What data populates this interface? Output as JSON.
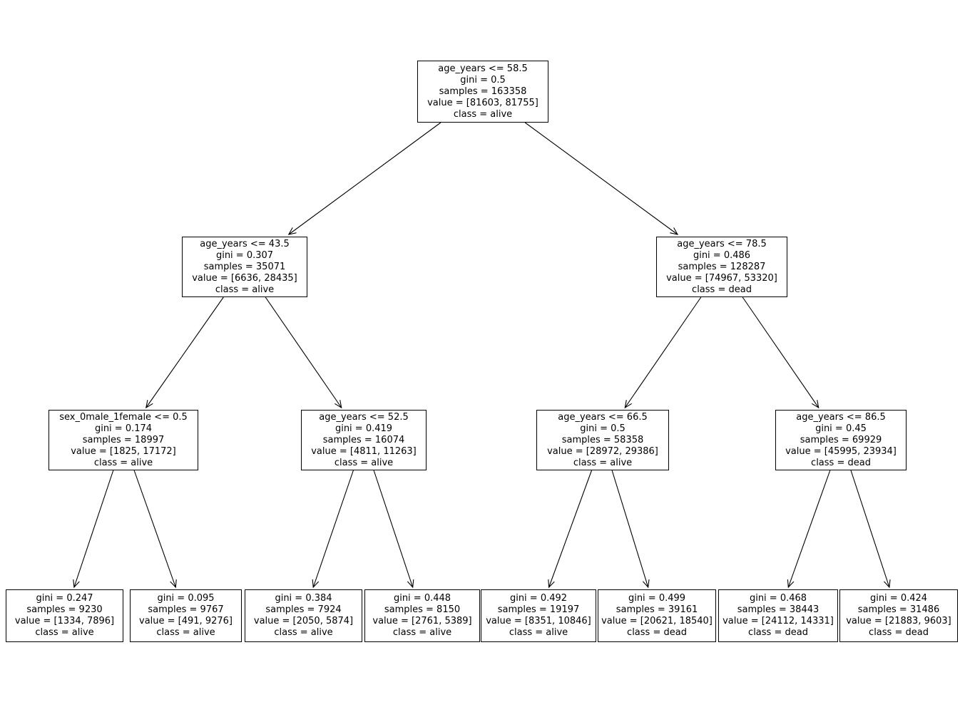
{
  "figure": {
    "background": "#ffffff",
    "node_border_color": "#000000",
    "text_color": "#000000",
    "edge_color": "#000000"
  },
  "tree": {
    "type": "decision-tree",
    "class_labels_shown": [
      "alive",
      "dead"
    ],
    "features_shown": [
      "age_years",
      "sex_0male_1female"
    ],
    "nodes": [
      {
        "id": "root",
        "parent": null,
        "lines": [
          "age_years <= 58.5",
          "gini = 0.5",
          "samples = 163358",
          "value = [81603, 81755]",
          "class = alive"
        ]
      },
      {
        "id": "n0",
        "parent": "root",
        "lines": [
          "age_years <= 43.5",
          "gini = 0.307",
          "samples = 35071",
          "value = [6636, 28435]",
          "class = alive"
        ]
      },
      {
        "id": "n1",
        "parent": "root",
        "lines": [
          "age_years <= 78.5",
          "gini = 0.486",
          "samples = 128287",
          "value = [74967, 53320]",
          "class = dead"
        ]
      },
      {
        "id": "n00",
        "parent": "n0",
        "lines": [
          "sex_0male_1female <= 0.5",
          "gini = 0.174",
          "samples = 18997",
          "value = [1825, 17172]",
          "class = alive"
        ]
      },
      {
        "id": "n01",
        "parent": "n0",
        "lines": [
          "age_years <= 52.5",
          "gini = 0.419",
          "samples = 16074",
          "value = [4811, 11263]",
          "class = alive"
        ]
      },
      {
        "id": "n10",
        "parent": "n1",
        "lines": [
          "age_years <= 66.5",
          "gini = 0.5",
          "samples = 58358",
          "value = [28972, 29386]",
          "class = alive"
        ]
      },
      {
        "id": "n11",
        "parent": "n1",
        "lines": [
          "age_years <= 86.5",
          "gini = 0.45",
          "samples = 69929",
          "value = [45995, 23934]",
          "class = dead"
        ]
      },
      {
        "id": "n000",
        "parent": "n00",
        "lines": [
          "gini = 0.247",
          "samples = 9230",
          "value = [1334, 7896]",
          "class = alive"
        ]
      },
      {
        "id": "n001",
        "parent": "n00",
        "lines": [
          "gini = 0.095",
          "samples = 9767",
          "value = [491, 9276]",
          "class = alive"
        ]
      },
      {
        "id": "n010",
        "parent": "n01",
        "lines": [
          "gini = 0.384",
          "samples = 7924",
          "value = [2050, 5874]",
          "class = alive"
        ]
      },
      {
        "id": "n011",
        "parent": "n01",
        "lines": [
          "gini = 0.448",
          "samples = 8150",
          "value = [2761, 5389]",
          "class = alive"
        ]
      },
      {
        "id": "n100",
        "parent": "n10",
        "lines": [
          "gini = 0.492",
          "samples = 19197",
          "value = [8351, 10846]",
          "class = alive"
        ]
      },
      {
        "id": "n101",
        "parent": "n10",
        "lines": [
          "gini = 0.499",
          "samples = 39161",
          "value = [20621, 18540]",
          "class = dead"
        ]
      },
      {
        "id": "n110",
        "parent": "n11",
        "lines": [
          "gini = 0.468",
          "samples = 38443",
          "value = [24112, 14331]",
          "class = dead"
        ]
      },
      {
        "id": "n111",
        "parent": "n11",
        "lines": [
          "gini = 0.424",
          "samples = 31486",
          "value = [21883, 9603]",
          "class = dead"
        ]
      }
    ]
  }
}
